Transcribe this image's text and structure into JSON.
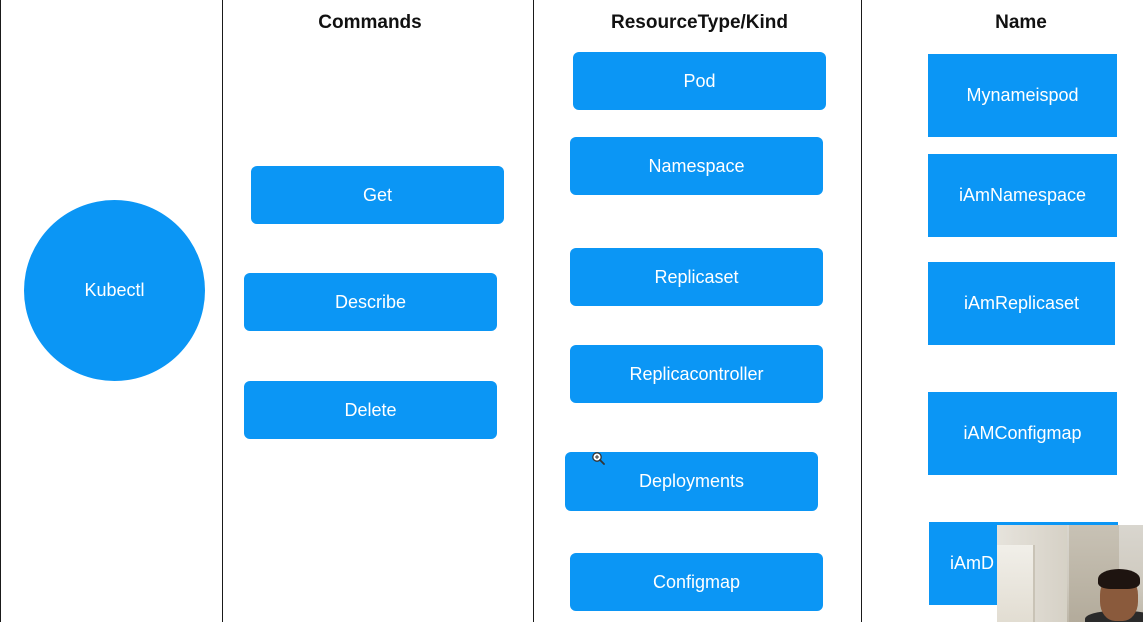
{
  "columns": {
    "commands": "Commands",
    "resource_type": "ResourceType/Kind",
    "name": "Name"
  },
  "root": {
    "label": "Kubectl"
  },
  "commands": [
    "Get",
    "Describe",
    "Delete"
  ],
  "resource_types": [
    "Pod",
    "Namespace",
    "Replicaset",
    "Replicacontroller",
    "Deployments",
    "Configmap"
  ],
  "names": [
    "Mynameispod",
    "iAmNamespace",
    "iAmReplicaset",
    "iAMConfigmap",
    "iAmD"
  ],
  "colors": {
    "box_fill": "#0b96f5",
    "box_text": "#ffffff",
    "divider": "#1a1a1a",
    "title_text": "#111111"
  }
}
